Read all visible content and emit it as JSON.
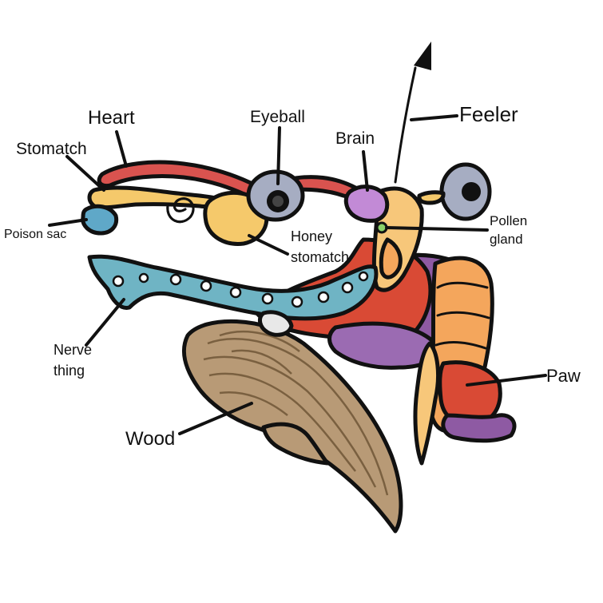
{
  "labels": {
    "heart": "Heart",
    "stomatch": "Stomatch",
    "poison_sac": "Poison sac",
    "eyeball": "Eyeball",
    "brain": "Brain",
    "feeler": "Feeler",
    "pollen_gland_1": "Pollen",
    "pollen_gland_2": "gland",
    "honey_stomatch_1": "Honey",
    "honey_stomatch_2": "stomatch",
    "nerve_thing_1": "Nerve",
    "nerve_thing_2": "thing",
    "wood": "Wood",
    "paw": "Paw"
  },
  "colors": {
    "heart": "#d9534f",
    "stomatch": "#f5c96b",
    "poison_sac": "#5fa8c8",
    "eyeball": "#a6adc2",
    "brain": "#c28ad6",
    "nerve": "#6fb4c4",
    "wood": "#b89a76",
    "body_red": "#d94a35",
    "body_orange": "#f4a65c",
    "body_purple": "#8e5aa3",
    "outline": "#111111"
  }
}
